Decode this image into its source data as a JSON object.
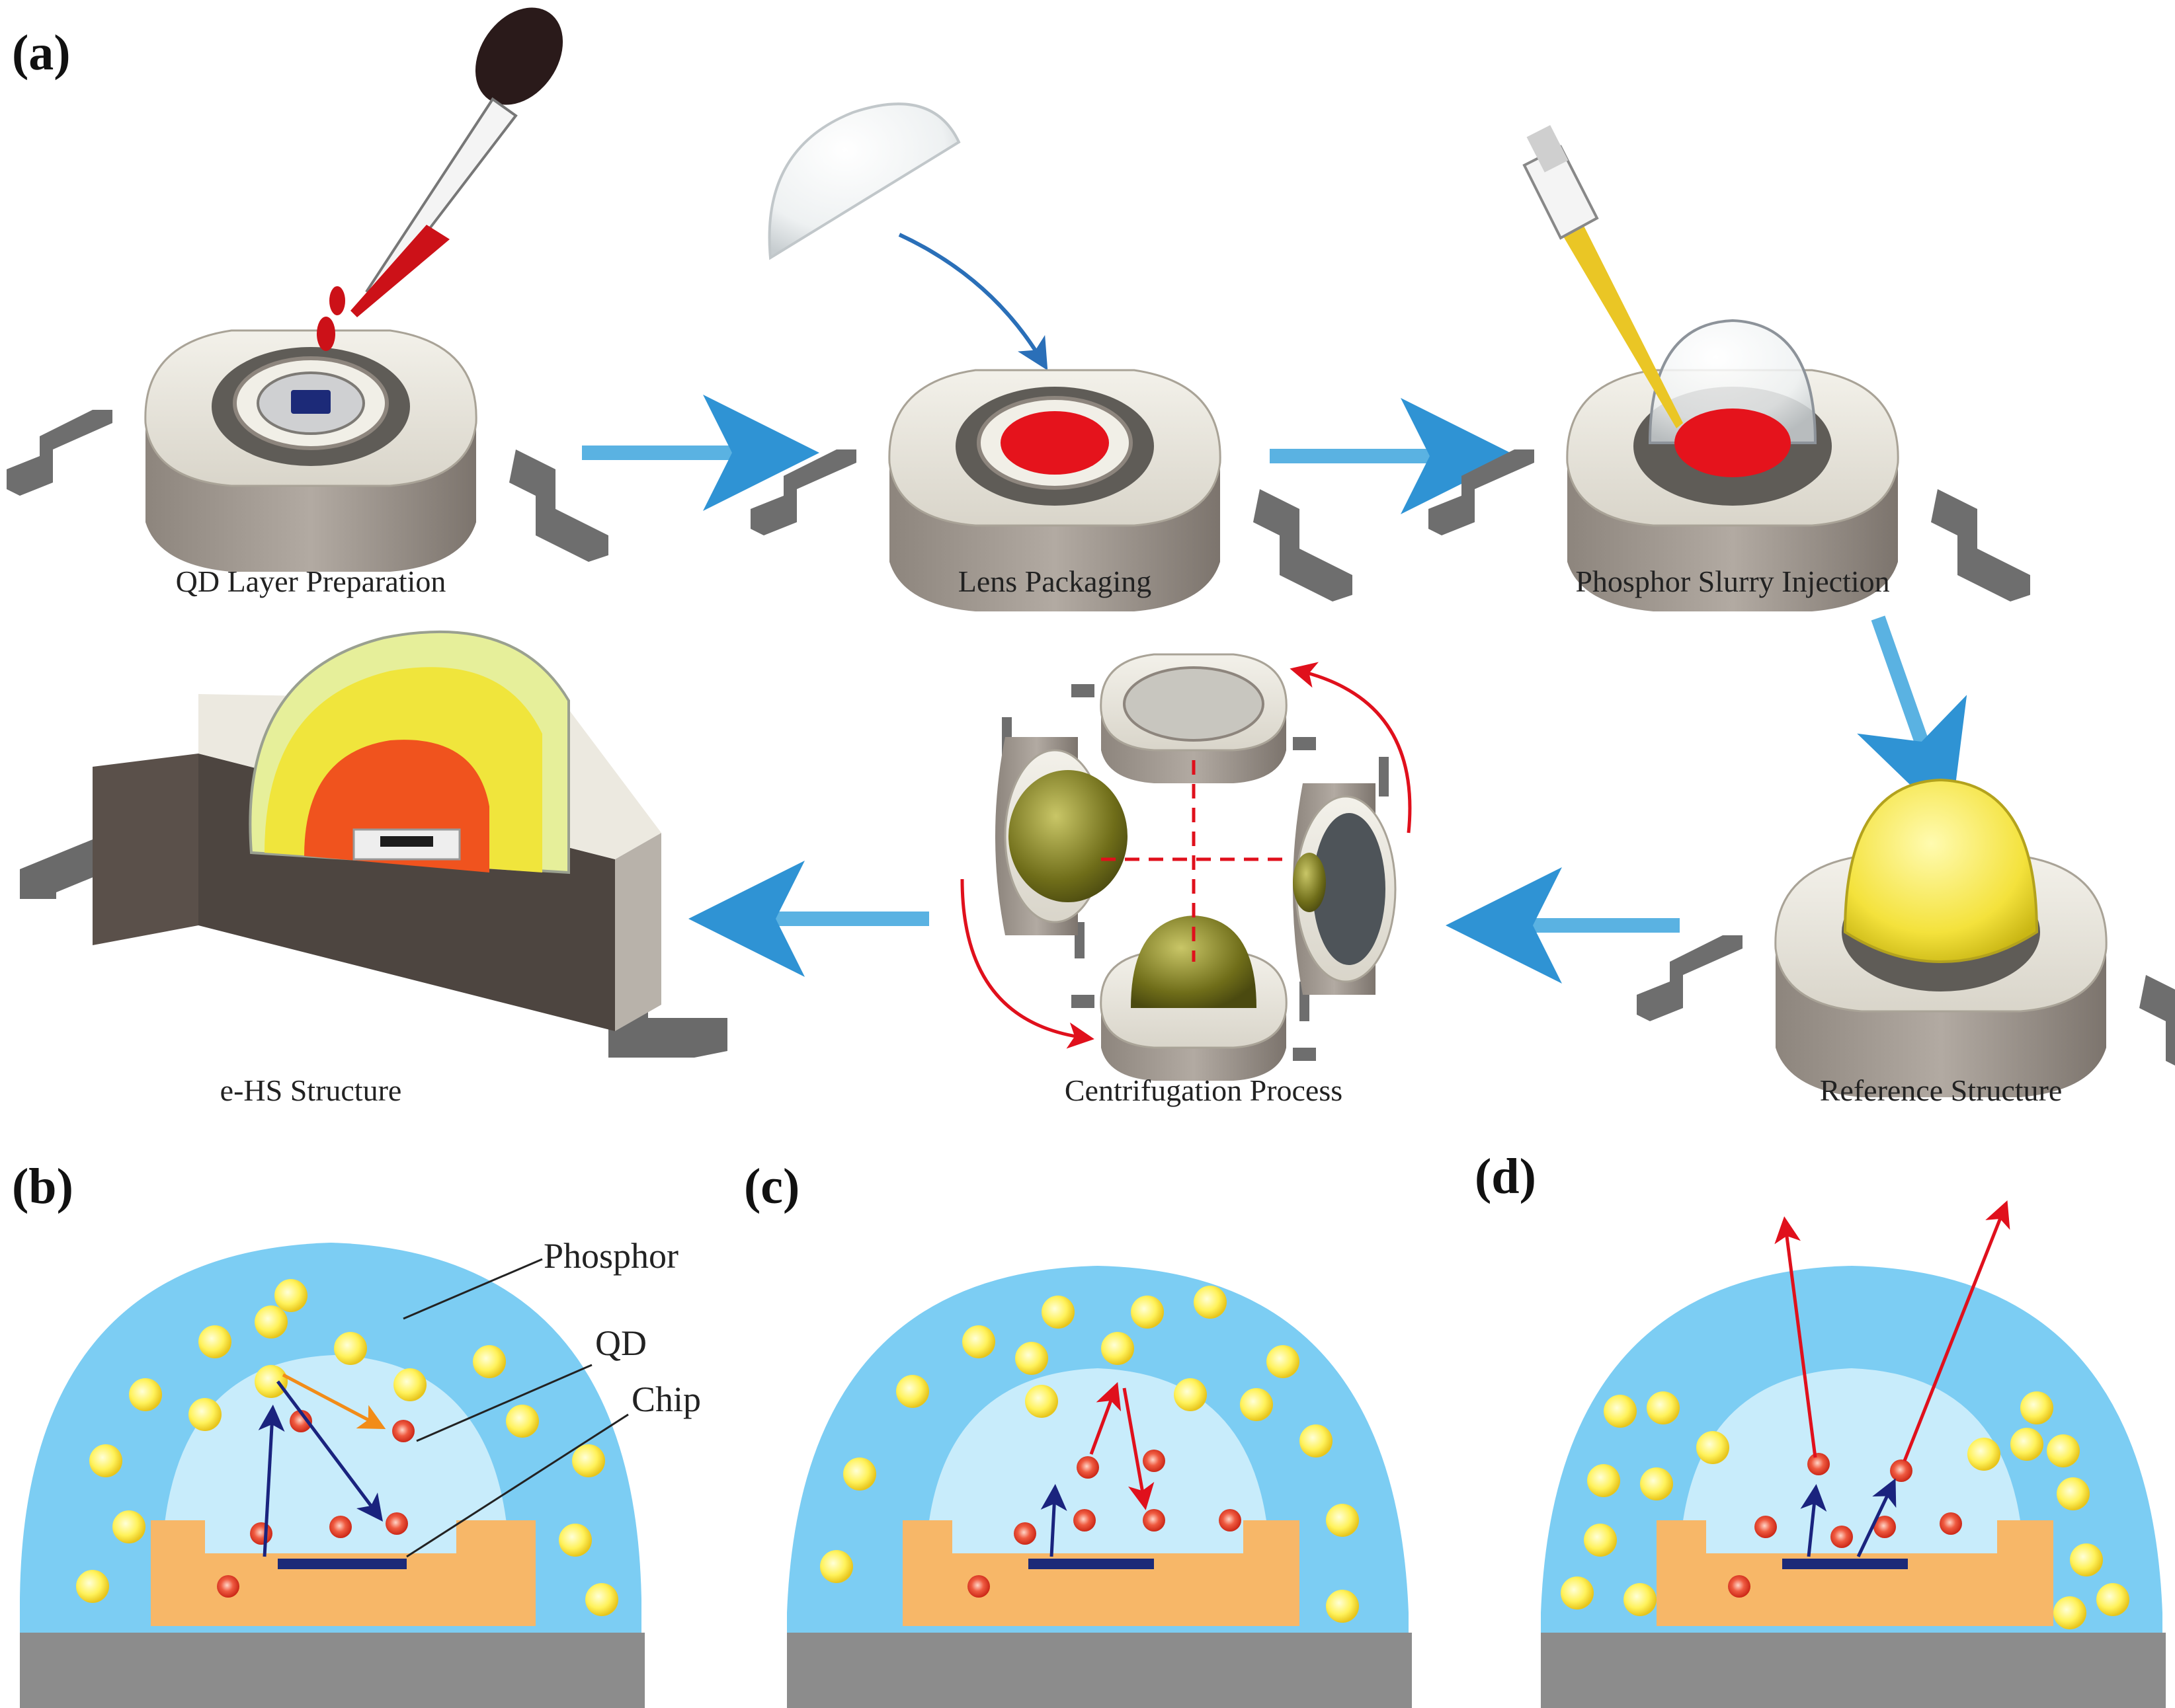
{
  "panels": {
    "a": "(a)",
    "b": "(b)",
    "c": "(c)",
    "d": "(d)"
  },
  "steps": {
    "qd_layer": "QD Layer Preparation",
    "lens": "Lens Packaging",
    "phosphor_injection": "Phosphor Slurry Injection",
    "reference": "Reference Structure",
    "centrifugation": "Centrifugation Process",
    "ehs": "e-HS Structure"
  },
  "callouts": {
    "phosphor": "Phosphor",
    "qd": "QD",
    "chip": "Chip"
  },
  "colors": {
    "outer_dome": "#7ccdf3",
    "inner_dome": "#c8ecfb",
    "cup": "#f7b768",
    "substrate": "#8c8c8c",
    "chip": "#1c2a78",
    "phosphor_particle": "#fff26a",
    "qd_particle": "#e8412e",
    "blue_arrow": "#1a237e",
    "red_arrow": "#e0101c",
    "orange_arrow": "#f28c18",
    "process_arrow": "#3a9bd6",
    "package_body": "#e9e6dc",
    "package_side": "#9c948c"
  }
}
